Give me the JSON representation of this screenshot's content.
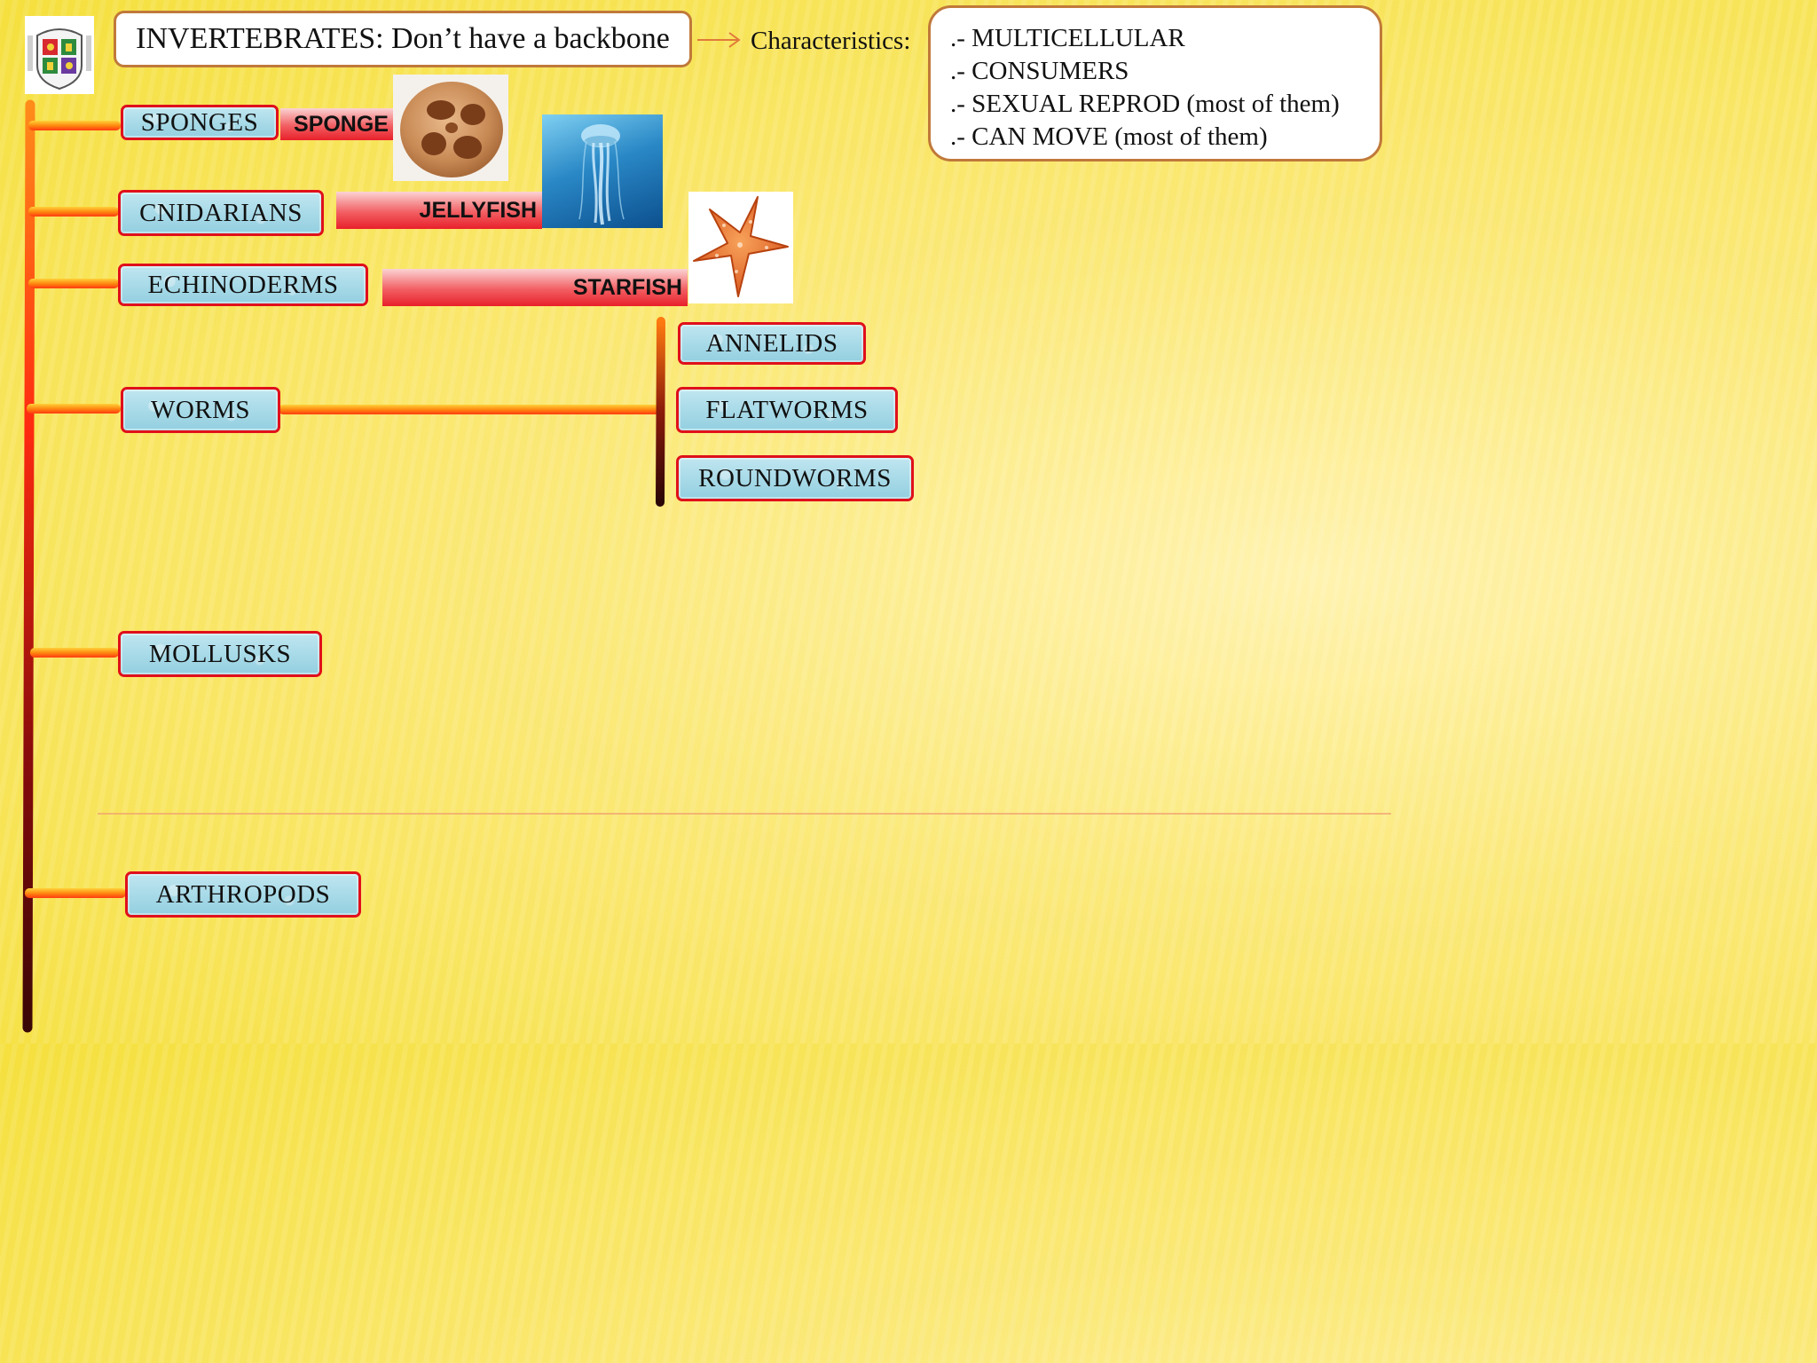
{
  "title": "INVERTEBRATES: Don’t have a backbone",
  "characteristics": {
    "label": "Characteristics:",
    "items": [
      ".- MULTICELLULAR",
      ".- CONSUMERS",
      ".- SEXUAL REPROD (most of them)",
      ".- CAN MOVE (most of them)"
    ]
  },
  "groups": {
    "sponges": "SPONGES",
    "cnidarians": "CNIDARIANS",
    "echinoderms": "ECHINODERMS",
    "worms": "WORMS",
    "mollusks": "MOLLUSKS",
    "arthropods": "ARTHROPODS"
  },
  "worm_types": {
    "annelids": "ANNELIDS",
    "flatworms": "FLATWORMS",
    "roundworms": "ROUNDWORMS"
  },
  "examples": {
    "sponge": "SPONGE",
    "jellyfish": "JELLYFISH",
    "starfish": "STARFISH"
  },
  "colors": {
    "node_border": "#e0101b",
    "node_fill": "#93cfe0",
    "box_border": "#c0793a",
    "background": "#f5e03e"
  }
}
